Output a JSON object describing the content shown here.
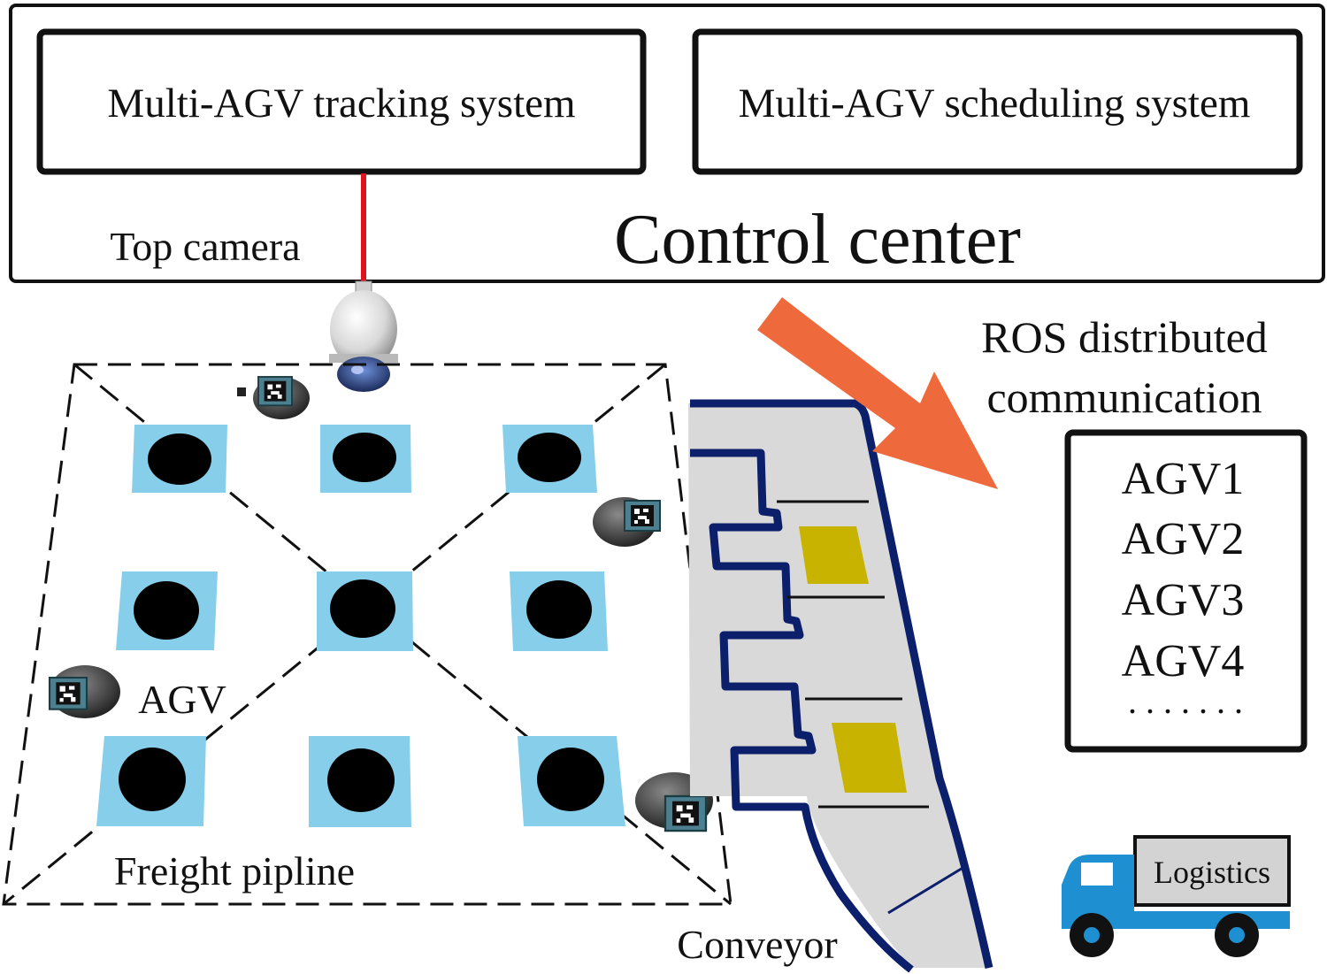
{
  "control_center": {
    "title": "Control center",
    "tracking_system": "Multi-AGV tracking system",
    "scheduling_system": "Multi-AGV scheduling system",
    "camera_label": "Top camera"
  },
  "communication": {
    "line1": "ROS distributed",
    "line2": "communication",
    "arrow_color": "#EE6A3C"
  },
  "agv_list": {
    "items": [
      "AGV1",
      "AGV2",
      "AGV3",
      "AGV4"
    ],
    "ellipsis": ". . . . . . ."
  },
  "floor": {
    "agv_label": "AGV",
    "pipeline_label": "Freight pipline",
    "station_color": "#87CEEB"
  },
  "conveyor": {
    "label": "Conveyor",
    "belt_color": "#D9D9D9",
    "rail_color": "#0B1F6B",
    "cargo_color": "#C8B400"
  },
  "truck": {
    "label": "Logistics",
    "cab_color": "#1E8FD0"
  },
  "colors": {
    "camera_cable": "#E0121B"
  }
}
